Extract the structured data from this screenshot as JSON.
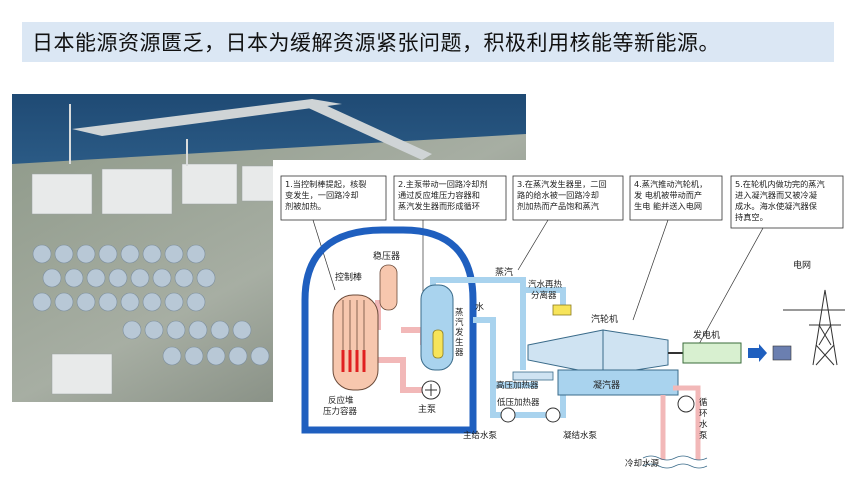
{
  "title": "日本能源资源匮乏，日本为缓解资源紧张问题，积极利用核能等新能源。",
  "photo": {
    "description_icon": "nuclear-plant-aerial-photo"
  },
  "diagram": {
    "notes": [
      {
        "lines": [
          "1.当控制棒提起，核裂",
          "变发生，一回路冷却",
          "剂被加热。"
        ]
      },
      {
        "lines": [
          "2.主泵带动一回路冷却剂",
          "通过反应堆压力容器和",
          "蒸汽发生器而形成循环"
        ]
      },
      {
        "lines": [
          "3.在蒸汽发生器里，二回",
          "路的给水被一回路冷却",
          "剂加热而产品饱和蒸汽"
        ]
      },
      {
        "lines": [
          "4.蒸汽推动汽轮机，",
          "发 电机被带动而产",
          "生电 能并送入电网"
        ]
      },
      {
        "lines": [
          "5.在轮机内做功完的蒸汽",
          "进入凝汽器而又被冷凝",
          "成水。海水使凝汽器保",
          "持真空。"
        ]
      }
    ],
    "labels": {
      "control_rod": "控制棒",
      "pressurizer": "稳压器",
      "reactor_vessel": [
        "反应堆",
        "压力容器"
      ],
      "main_pump": "主泵",
      "steam_generator": [
        "蒸",
        "汽",
        "发",
        "生",
        "器"
      ],
      "steam": "蒸汽",
      "water": "水",
      "separator": [
        "汽水再热",
        "分离器"
      ],
      "turbine": "汽轮机",
      "generator": "发电机",
      "grid": "电网",
      "hp_heater": "高压加热器",
      "lp_heater": "低压加热器",
      "condenser": "凝汽器",
      "feed_pump": "主给水泵",
      "condensate_pump": "凝结水泵",
      "circ_pump": [
        "循",
        "环",
        "水",
        "泵"
      ],
      "cooling_source": "冷却水源"
    }
  },
  "colors": {
    "title_bg": "#dbe7f4",
    "containment": "#1f5fbf",
    "reactor": "#f7c7ae",
    "pipe_blue": "#a9d3ee",
    "pipe_red": "#f2b8b8",
    "rods": "#e02020"
  }
}
